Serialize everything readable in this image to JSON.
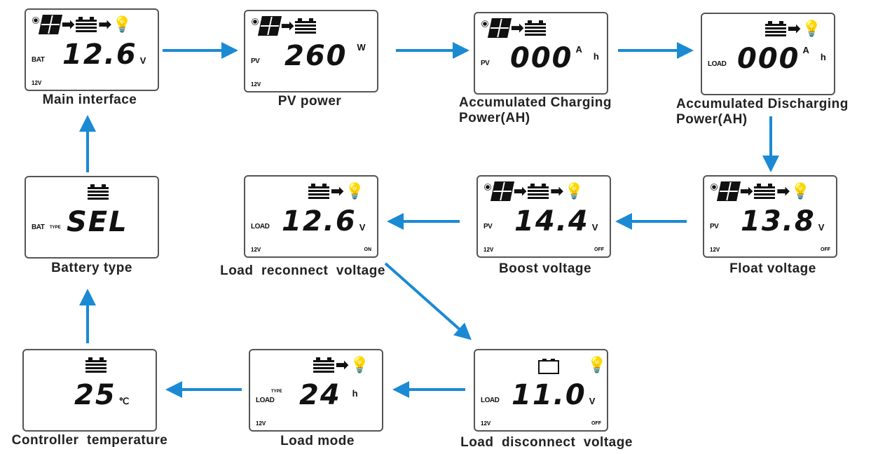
{
  "colors": {
    "arrow": "#1a8ad4",
    "lcd_text": "#111111",
    "border": "#555555"
  },
  "panels": [
    {
      "id": "main-interface",
      "caption": "Main interface",
      "icons": [
        "sun",
        "solar-panel",
        "arrow",
        "battery",
        "arrow",
        "bulb"
      ],
      "left_label": "BAT",
      "value": "12.6",
      "unit": "V",
      "volt": "12V",
      "status": ""
    },
    {
      "id": "pv-power",
      "caption": "PV power",
      "icons": [
        "sun",
        "solar-panel",
        "arrow",
        "battery"
      ],
      "left_label": "PV",
      "value": "260",
      "unit": "W",
      "volt": "12V",
      "status": ""
    },
    {
      "id": "accumulated-charging",
      "caption": "Accumulated Charging\nPower(AH)",
      "icons": [
        "sun",
        "solar-panel",
        "arrow",
        "battery"
      ],
      "left_label": "PV",
      "value": "000",
      "unit": "A",
      "unit2": "h",
      "volt": "",
      "status": ""
    },
    {
      "id": "accumulated-discharging",
      "caption": "Accumulated Discharging\nPower(AH)",
      "icons": [
        "battery",
        "arrow",
        "bulb"
      ],
      "left_label": "LOAD",
      "value": "000",
      "unit": "A",
      "unit2": "h",
      "volt": "",
      "status": ""
    },
    {
      "id": "float-voltage",
      "caption": "Float voltage",
      "icons": [
        "sun",
        "solar-panel",
        "arrow",
        "battery",
        "arrow",
        "bulb"
      ],
      "left_label": "PV",
      "value": "13.8",
      "unit": "V",
      "volt": "12V",
      "status": "OFF"
    },
    {
      "id": "boost-voltage",
      "caption": "Boost voltage",
      "icons": [
        "sun",
        "solar-panel",
        "arrow",
        "battery",
        "arrow",
        "bulb"
      ],
      "left_label": "PV",
      "value": "14.4",
      "unit": "V",
      "volt": "12V",
      "status": "OFF"
    },
    {
      "id": "load-reconnect-voltage",
      "caption": "Load  reconnect  voltage",
      "icons": [
        "battery",
        "arrow",
        "bulb"
      ],
      "left_label": "LOAD",
      "value": "12.6",
      "unit": "V",
      "volt": "12V",
      "status": "ON"
    },
    {
      "id": "battery-type",
      "caption": "Battery type",
      "icons": [
        "battery"
      ],
      "left_label": "BAT",
      "small_label": "TYPE",
      "value": "SEL",
      "unit": "",
      "volt": "",
      "status": ""
    },
    {
      "id": "load-disconnect-voltage",
      "caption": "Load  disconnect  voltage",
      "icons": [
        "battery-empty",
        "bulb-off"
      ],
      "left_label": "LOAD",
      "value": "11.0",
      "unit": "V",
      "volt": "12V",
      "status": "OFF"
    },
    {
      "id": "load-mode",
      "caption": "Load mode",
      "icons": [
        "battery",
        "arrow",
        "bulb"
      ],
      "left_label": "LOAD",
      "small_label": "TYPE",
      "value": "24",
      "unit": "",
      "unit2": "h",
      "volt": "12V",
      "status": ""
    },
    {
      "id": "controller-temperature",
      "caption": "Controller  temperature",
      "icons": [
        "battery"
      ],
      "left_label": "",
      "value": "25",
      "unit": "℃",
      "volt": "",
      "status": ""
    }
  ]
}
